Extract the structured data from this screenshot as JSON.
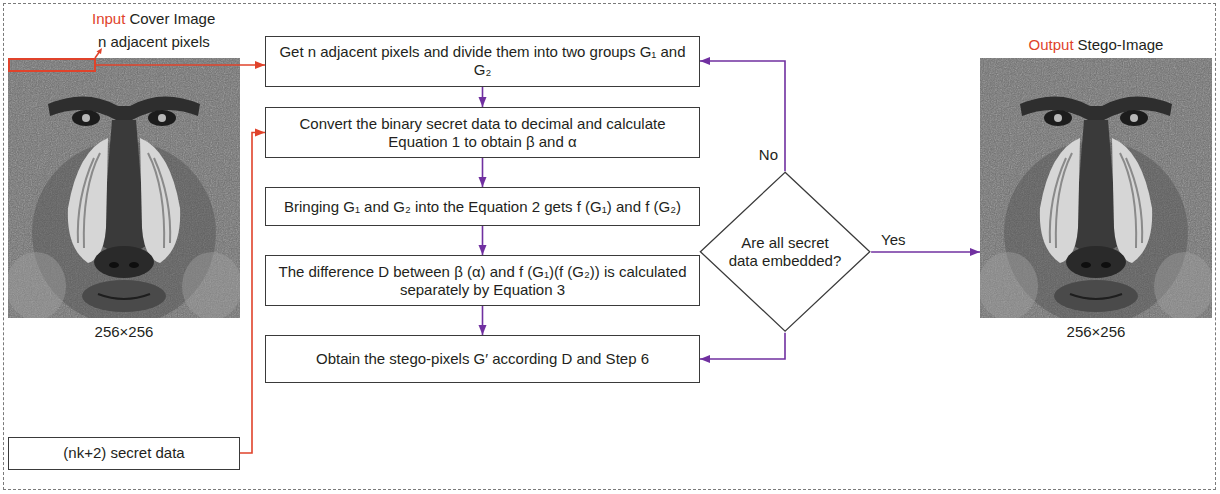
{
  "diagram": {
    "nodes": [
      {
        "text": [
          "Input",
          "Cover Image",
          "256×256"
        ]
      },
      {
        "text": [
          "n adjacent pixels"
        ],
        "in": 0
      },
      {
        "text": [
          "Get n adjacent pixels and divide them into two groups G₁ and G₂"
        ]
      },
      {
        "text": [
          "Convert the binary secret data to decimal and calculate Equation 1 to obtain β and α"
        ]
      },
      {
        "text": [
          "Bringing G₁ and G₂ into the Equation 2 gets f (G₁) and f (G₂)"
        ]
      },
      {
        "text": [
          "The difference D between β (α) and f (G₁)(f (G₂)) is calculated separately by Equation 3"
        ]
      },
      {
        "text": [
          "Obtain the stego-pixels G′ according D and Step 6"
        ]
      },
      {
        "text": [
          "(nk+2) secret data"
        ]
      },
      {
        "text": [
          "Are all secret data embedded?"
        ]
      },
      {
        "text": [
          "Output",
          "Stego-Image",
          "256×256"
        ]
      }
    ],
    "edges": [
      {
        "from": 1,
        "to": 2,
        "arrow": "to"
      },
      {
        "from": 7,
        "to": 3,
        "arrow": "to"
      },
      {
        "from": 2,
        "to": 3,
        "arrow": "to"
      },
      {
        "from": 3,
        "to": 4,
        "arrow": "to"
      },
      {
        "from": 4,
        "to": 5,
        "arrow": "to"
      },
      {
        "from": 5,
        "to": 6,
        "arrow": "to"
      },
      {
        "from": 8,
        "to": 2,
        "label": "No",
        "arrow": "to"
      },
      {
        "from": 8,
        "to": 9,
        "label": "Yes",
        "arrow": "to"
      },
      {
        "from": 8,
        "to": 6,
        "arrow": "to"
      }
    ]
  }
}
